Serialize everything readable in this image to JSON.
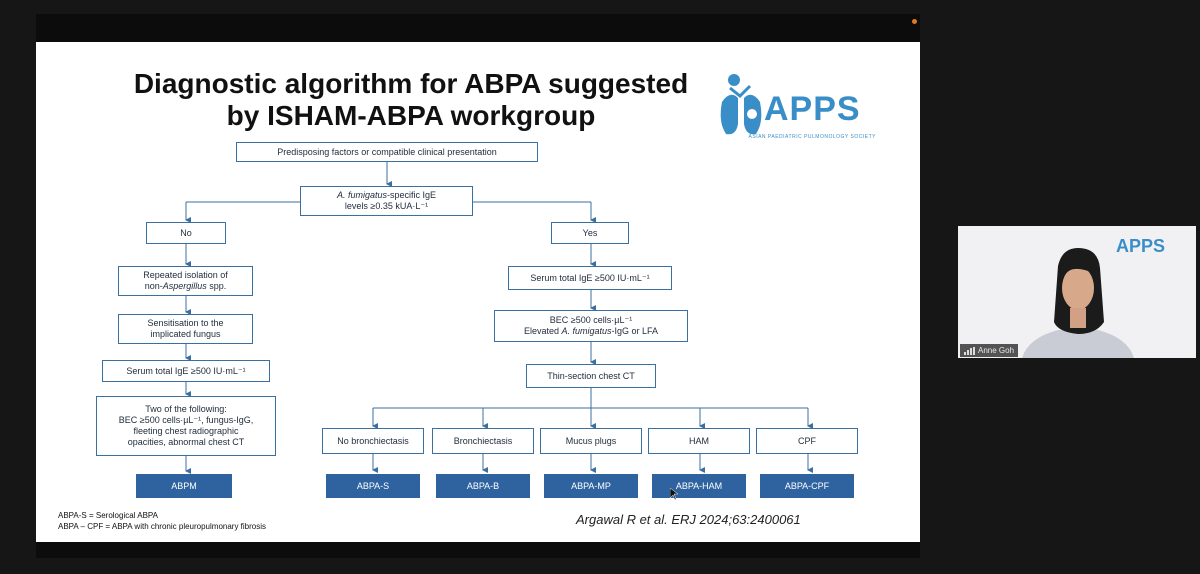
{
  "slide": {
    "title_line1": "Diagnostic algorithm for ABPA suggested",
    "title_line2": "by ISHAM-ABPA workgroup",
    "logo_text": "APPS",
    "logo_sub": "ASIAN PAEDIATRIC PULMONOLOGY SOCIETY",
    "boxes": {
      "top": "Predisposing factors or compatible clinical presentation",
      "ige_line1_italic": "A. fumigatus",
      "ige_line1_rest": "-specific IgE",
      "ige_line2": "levels ≥0.35 kUA·L⁻¹",
      "no": "No",
      "yes": "Yes",
      "repeated_line1": "Repeated isolation of",
      "repeated_line2_pre": "non-",
      "repeated_line2_italic": "Aspergillus",
      "repeated_line2_post": " spp.",
      "sensitisation_line1": "Sensitisation to the",
      "sensitisation_line2": "implicated fungus",
      "serum_left": "Serum total IgE ≥500 IU·mL⁻¹",
      "two_line1": "Two of the following:",
      "two_line2": "BEC ≥500 cells·µL⁻¹, fungus-IgG,",
      "two_line3": "fleeting chest radiographic",
      "two_line4": "opacities, abnormal chest CT",
      "serum_right": "Serum total IgE ≥500 IU·mL⁻¹",
      "bec_line1": "BEC ≥500 cells·µL⁻¹",
      "bec_line2_pre": "Elevated ",
      "bec_line2_italic": "A. fumigatus",
      "bec_line2_post": "-IgG or LFA",
      "ct": "Thin-section chest CT",
      "no_bronch": "No bronchiectasis",
      "bronch": "Bronchiectasis",
      "mucus": "Mucus plugs",
      "ham": "HAM",
      "cpf": "CPF"
    },
    "diagnoses": {
      "abpm": "ABPM",
      "abpa_s": "ABPA-S",
      "abpa_b": "ABPA-B",
      "abpa_mp": "ABPA-MP",
      "abpa_ham": "ABPA-HAM",
      "abpa_cpf": "ABPA-CPF"
    },
    "footnote_1": "ABPA-S = Serological ABPA",
    "footnote_2": "ABPA – CPF = ABPA with chronic pleuropulmonary fibrosis",
    "citation": "Argawal R et al. ERJ 2024;63:2400061"
  },
  "webcam": {
    "logo_text": "APPS",
    "participant_name": "Anne Goh"
  },
  "colors": {
    "box_border": "#3b6fa0",
    "diagnosis_fill": "#2f63a0",
    "logo_blue": "#3a8ec8"
  }
}
